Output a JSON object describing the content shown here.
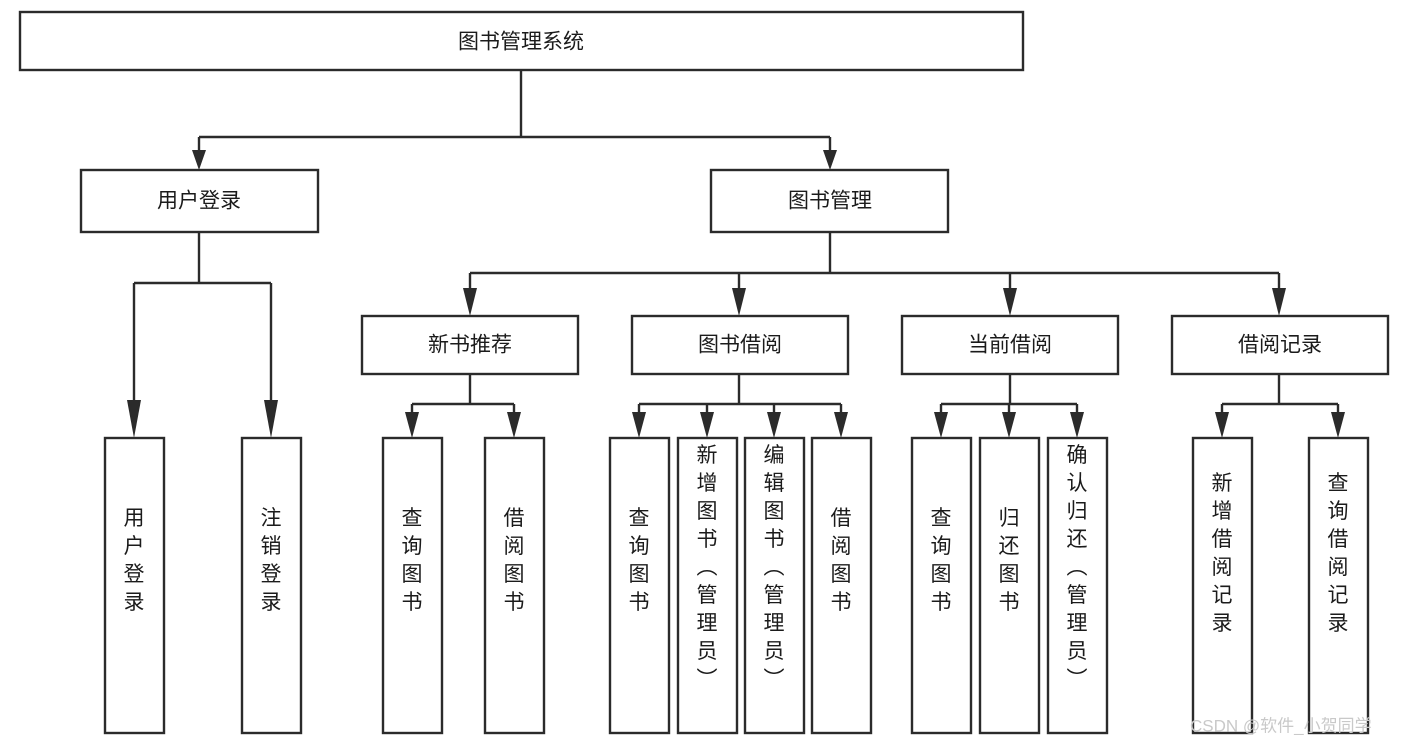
{
  "diagram": {
    "title": "图书管理系统",
    "type": "tree-hierarchy",
    "watermark": "CSDN @软件_小贺同学",
    "colors": {
      "stroke": "#2b2b2b",
      "fill": "#ffffff",
      "text": "#1b1b1b",
      "watermark": "#c9c9c9",
      "background": "#ffffff"
    },
    "nodes": {
      "root": {
        "label": "图书管理系统",
        "orientation": "horizontal",
        "level": 1
      },
      "l2": [
        {
          "id": "user-login",
          "label": "用户登录",
          "orientation": "horizontal",
          "level": 2
        },
        {
          "id": "book-manage",
          "label": "图书管理",
          "orientation": "horizontal",
          "level": 2
        }
      ],
      "l3": [
        {
          "id": "new-book-recommend",
          "label": "新书推荐",
          "orientation": "horizontal",
          "level": 3
        },
        {
          "id": "book-borrow",
          "label": "图书借阅",
          "orientation": "horizontal",
          "level": 3
        },
        {
          "id": "current-borrow",
          "label": "当前借阅",
          "orientation": "horizontal",
          "level": 3
        },
        {
          "id": "borrow-record",
          "label": "借阅记录",
          "orientation": "horizontal",
          "level": 3
        }
      ],
      "leaves": [
        {
          "id": "leaf-user-login",
          "label": "用户登录",
          "orientation": "vertical",
          "parent": "user-login"
        },
        {
          "id": "leaf-user-logout",
          "label": "注销登录",
          "orientation": "vertical",
          "parent": "user-login"
        },
        {
          "id": "leaf-query-book-1",
          "label": "查询图书",
          "orientation": "vertical",
          "parent": "new-book-recommend"
        },
        {
          "id": "leaf-borrow-book-1",
          "label": "借阅图书",
          "orientation": "vertical",
          "parent": "new-book-recommend"
        },
        {
          "id": "leaf-query-book-2",
          "label": "查询图书",
          "orientation": "vertical",
          "parent": "book-borrow"
        },
        {
          "id": "leaf-add-book",
          "label": "新增图书（管理员）",
          "orientation": "vertical",
          "parent": "book-borrow"
        },
        {
          "id": "leaf-edit-book",
          "label": "编辑图书（管理员）",
          "orientation": "vertical",
          "parent": "book-borrow"
        },
        {
          "id": "leaf-borrow-book-2",
          "label": "借阅图书",
          "orientation": "vertical",
          "parent": "book-borrow"
        },
        {
          "id": "leaf-query-book-3",
          "label": "查询图书",
          "orientation": "vertical",
          "parent": "current-borrow"
        },
        {
          "id": "leaf-return-book",
          "label": "归还图书",
          "orientation": "vertical",
          "parent": "current-borrow"
        },
        {
          "id": "leaf-confirm-return",
          "label": "确认归还（管理员）",
          "orientation": "vertical",
          "parent": "current-borrow"
        },
        {
          "id": "leaf-add-record",
          "label": "新增借阅记录",
          "orientation": "vertical",
          "parent": "borrow-record"
        },
        {
          "id": "leaf-query-record",
          "label": "查询借阅记录",
          "orientation": "vertical",
          "parent": "borrow-record"
        }
      ]
    }
  }
}
